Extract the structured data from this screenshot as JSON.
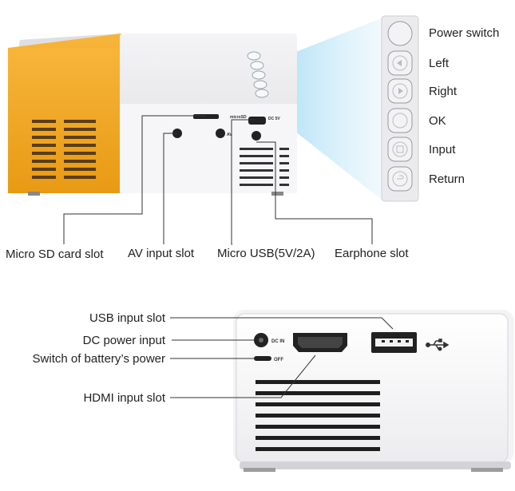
{
  "top": {
    "panel_buttons": [
      {
        "label": "Power switch",
        "icon": "power-circle"
      },
      {
        "label": "Left",
        "icon": "triangle-left"
      },
      {
        "label": "Right",
        "icon": "triangle-right"
      },
      {
        "label": "OK",
        "icon": "circle"
      },
      {
        "label": "Input",
        "icon": "input-square"
      },
      {
        "label": "Return",
        "icon": "return-arrow"
      }
    ],
    "side_ports": [
      {
        "label": "Micro SD card slot"
      },
      {
        "label": "AV input slot"
      },
      {
        "label": "Micro USB(5V/2A)"
      },
      {
        "label": "Earphone slot"
      }
    ],
    "printed_marks": {
      "microsd": "microSD",
      "av": "AV",
      "dc5v": "DC 5V"
    }
  },
  "bottom": {
    "callouts": [
      {
        "label": "USB input slot"
      },
      {
        "label": "DC power input"
      },
      {
        "label": "Switch of battery’s power"
      },
      {
        "label": "HDMI input slot"
      }
    ],
    "printed_marks": {
      "dcin": "DC IN",
      "off": "OFF"
    }
  },
  "colors": {
    "body_yellow": "#f0a823",
    "body_white": "#e9e9ec",
    "light_beam": "#bfe6f8",
    "panel": "#ebebee"
  }
}
